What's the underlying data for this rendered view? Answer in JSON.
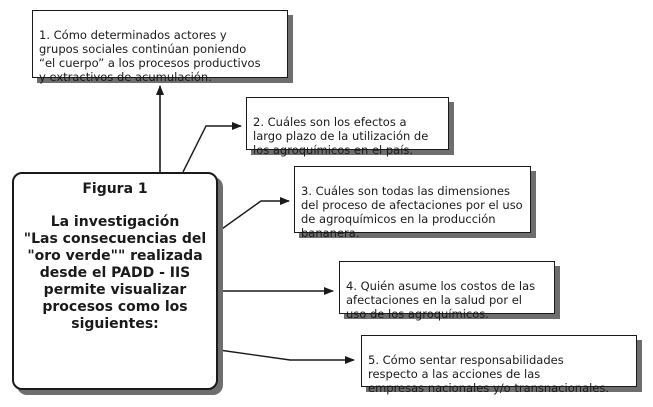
{
  "figure": {
    "title": "Figura 1",
    "body": "La investigación\n\"Las consecuencias del\n\"oro verde\"\" realizada\ndesde el PADD - IIS\npermite visualizar\nprocesos como los\nsiguientes:"
  },
  "items": [
    {
      "text": "1. Cómo determinados actores y\ngrupos sociales continúan poniendo\n“el cuerpo” a los procesos productivos\ny extractivos de acumulación."
    },
    {
      "text": "2. Cuáles son los efectos a\nlargo plazo de la utilización de\nlos agroquímicos en el país."
    },
    {
      "text": "3. Cuáles son todas las dimensiones\ndel proceso de afectaciones por el uso\nde agroquímicos en la producción\nbananera."
    },
    {
      "text": "4. Quién asume los costos de las\nafectaciones en la salud por el\nuso de los agroquímicos."
    },
    {
      "text": "5. Cómo sentar responsabilidades\nrespecto a las acciones de las\nempresas nacionales y/o transnacionales."
    }
  ],
  "colors": {
    "ink": "#1a1a1a",
    "shadow": "#6e6e6e",
    "background": "#ffffff"
  }
}
